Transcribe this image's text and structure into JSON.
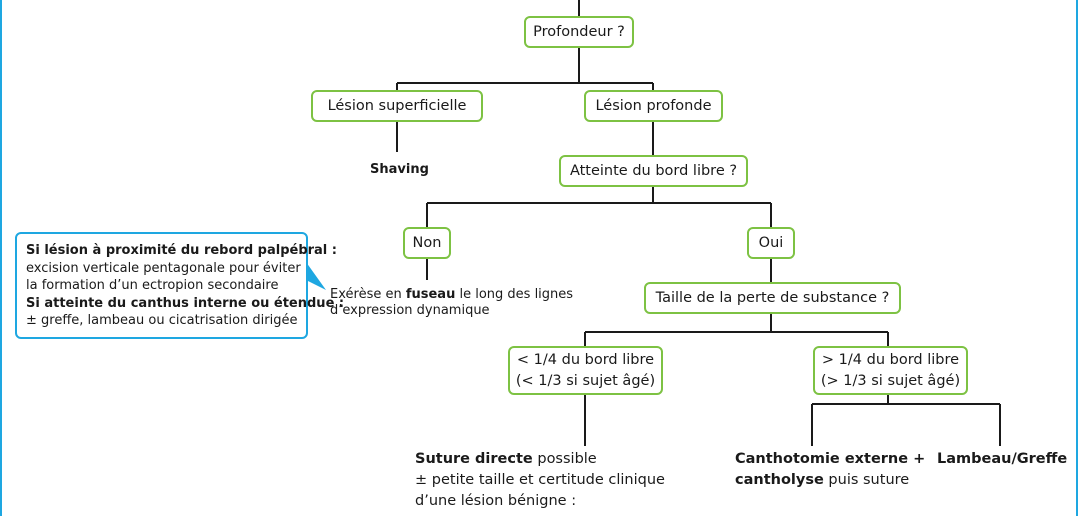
{
  "colors": {
    "node_border": "#7dc243",
    "note_border": "#1ea7e1",
    "line": "#1a1a1a"
  },
  "nodes": {
    "profondeur": "Profondeur ?",
    "lesion_superficielle": "Lésion superficielle",
    "lesion_profonde": "Lésion profonde",
    "atteinte_bord_libre": "Atteinte du bord libre ?",
    "non": "Non",
    "oui": "Oui",
    "taille_perte": "Taille de la perte de substance ?",
    "moins_quart_l1": "< 1/4 du bord libre",
    "moins_quart_l2": "(< 1/3 si sujet âgé)",
    "plus_quart_l1": "> 1/4 du bord libre",
    "plus_quart_l2": "(> 1/3 si sujet âgé)"
  },
  "outcomes": {
    "shaving": "Shaving",
    "exerese": {
      "prefix": "Exérèse en ",
      "bold": "fuseau",
      "suffix": " le long des lignes",
      "line2": "d’expression dynamique"
    },
    "suture": {
      "bold": "Suture directe",
      "rest": " possible",
      "line2": "± petite taille et certitude clinique",
      "line3": "d’une lésion bénigne :"
    },
    "canthotomie": {
      "bold1": "Canthotomie externe +",
      "bold2": "cantholyse",
      "rest2": " puis suture"
    },
    "lambeau": "Lambeau/Greffe"
  },
  "note": {
    "title1": "Si lésion à proximité du rebord palpébral :",
    "line1": "excision verticale pentagonale pour éviter",
    "line2": "la formation d’un ectropion secondaire",
    "title2": "Si atteinte du canthus interne ou étendue :",
    "line3": "± greffe, lambeau ou cicatrisation dirigée"
  }
}
